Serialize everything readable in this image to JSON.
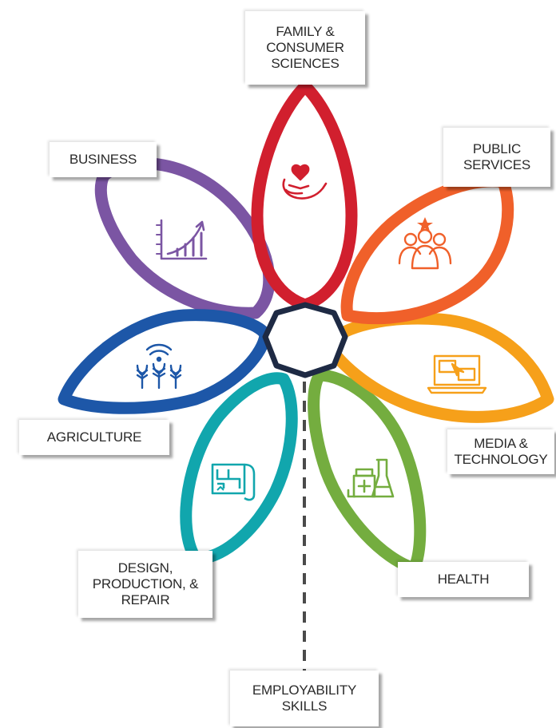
{
  "hub_label": "EMPLOYABILITY\nSKILLS",
  "petals": [
    {
      "id": "family",
      "label": "FAMILY &\nCONSUMER\nSCIENCES",
      "color": "#d11f2e",
      "icon": "hand-heart-icon"
    },
    {
      "id": "public",
      "label": "PUBLIC\nSERVICES",
      "color": "#f0602a",
      "icon": "people-star-icon"
    },
    {
      "id": "media",
      "label": "MEDIA &\nTECHNOLOGY",
      "color": "#f6a01a",
      "icon": "laptop-icon"
    },
    {
      "id": "health",
      "label": "HEALTH",
      "color": "#74ad3f",
      "icon": "medicine-flask-icon"
    },
    {
      "id": "design",
      "label": "DESIGN,\nPRODUCTION, &\nREPAIR",
      "color": "#11a6ad",
      "icon": "blueprint-icon"
    },
    {
      "id": "agri",
      "label": "AGRICULTURE",
      "color": "#1d57a8",
      "icon": "wheat-signal-icon"
    },
    {
      "id": "business",
      "label": "BUSINESS",
      "color": "#7b55a3",
      "icon": "growth-chart-icon"
    }
  ],
  "colors": {
    "hub": "#1e2a44",
    "stem": "#4a4a4a"
  }
}
